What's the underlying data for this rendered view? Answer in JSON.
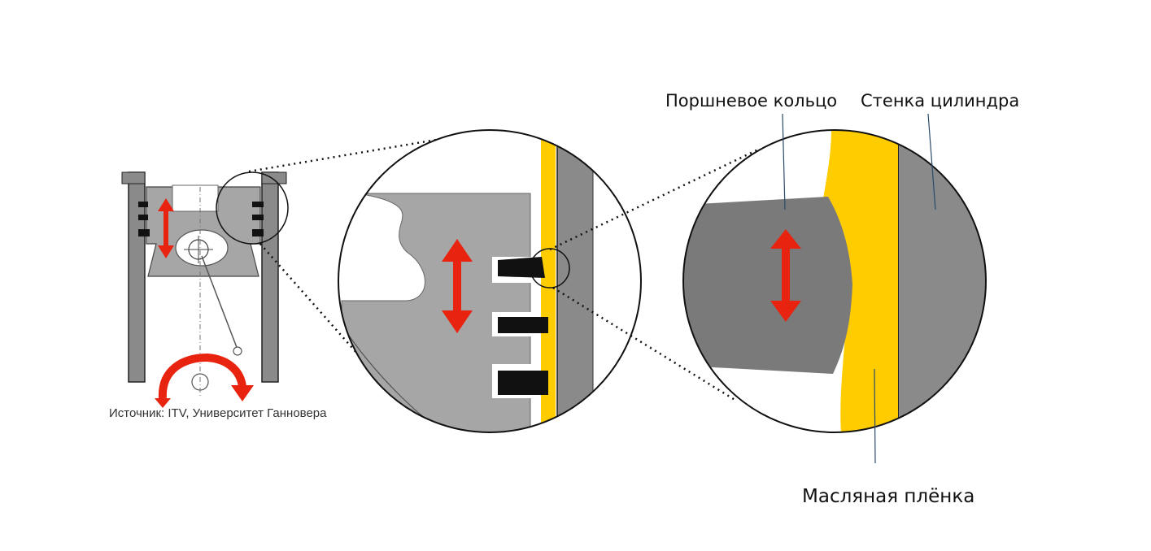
{
  "labels": {
    "piston_ring": "Поршневое кольцо",
    "cylinder_wall": "Стенка цилиндра",
    "oil_film": "Масляная плёнка",
    "source": "Источник: ITV, Университет Ганновера"
  },
  "colors": {
    "background": "#ffffff",
    "wall_gray": "#8a8a8a",
    "piston_gray": "#a6a6a6",
    "ring_dark_gray": "#7a7a7a",
    "ring_black": "#111111",
    "oil_yellow": "#ffcc00",
    "arrow_red": "#e8230f",
    "outline": "#000000",
    "leader_blue": "#2a4a6a"
  }
}
